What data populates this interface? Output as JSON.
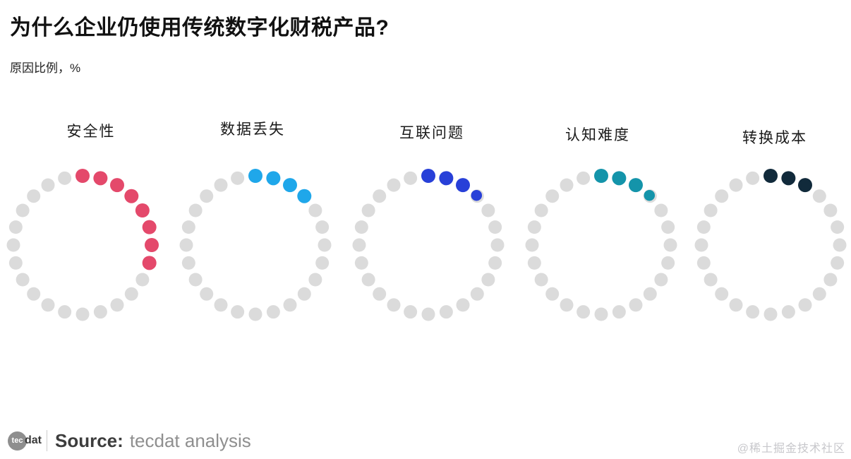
{
  "header": {
    "title": "为什么企业仍使用传统数字化财税产品?",
    "subtitle": "原因比例，%"
  },
  "chart_data": {
    "type": "circular-dot",
    "title": "为什么企业仍使用传统数字化财税产品?",
    "subtitle_unit": "原因比例，%",
    "dots_per_ring": 24,
    "percent_per_dot": 4.17,
    "track_color": "#dbdbdb",
    "legend_position": "none",
    "grid": false,
    "categories": [
      "安全性",
      "数据丢失",
      "互联问题",
      "认知难度",
      "转换成本"
    ],
    "series": [
      {
        "name": "安全性",
        "dots_filled": 8,
        "approx_percent": 33,
        "color": "#e4496b"
      },
      {
        "name": "数据丢失",
        "dots_filled": 4,
        "approx_percent": 17,
        "color": "#1fa7ea"
      },
      {
        "name": "互联问题",
        "dots_filled": 3.6,
        "approx_percent": 15,
        "color": "#2840d8"
      },
      {
        "name": "认知难度",
        "dots_filled": 3.6,
        "approx_percent": 15,
        "color": "#1494aa"
      },
      {
        "name": "转换成本",
        "dots_filled": 3,
        "approx_percent": 12.5,
        "color": "#112a3b"
      }
    ]
  },
  "footer": {
    "logo_circle_text": "tec",
    "logo_rest_text": "dat",
    "source_label": "Source:",
    "source_value": "tecdat analysis",
    "watermark": "@稀土掘金技术社区"
  }
}
